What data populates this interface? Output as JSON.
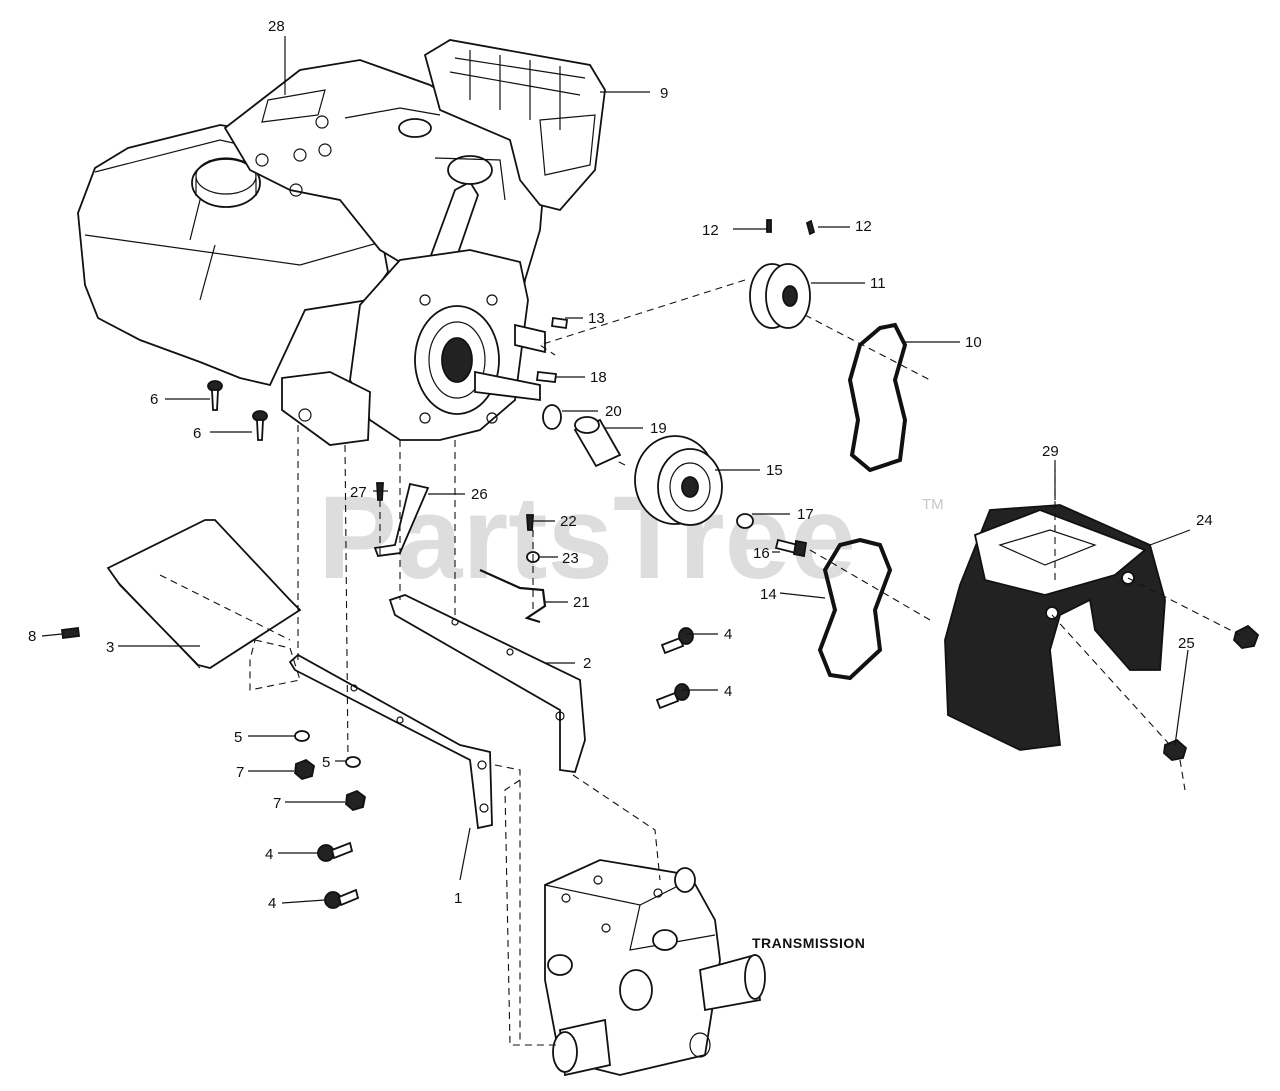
{
  "watermark": {
    "text": "PartsTree",
    "trademark": "TM"
  },
  "title_label": "TRANSMISSION",
  "callouts": [
    {
      "id": "c28",
      "text": "28"
    },
    {
      "id": "c9",
      "text": "9"
    },
    {
      "id": "c12a",
      "text": "12"
    },
    {
      "id": "c12b",
      "text": "12"
    },
    {
      "id": "c11",
      "text": "11"
    },
    {
      "id": "c13",
      "text": "13"
    },
    {
      "id": "c10",
      "text": "10"
    },
    {
      "id": "c18",
      "text": "18"
    },
    {
      "id": "c6a",
      "text": "6"
    },
    {
      "id": "c20",
      "text": "20"
    },
    {
      "id": "c6b",
      "text": "6"
    },
    {
      "id": "c19",
      "text": "19"
    },
    {
      "id": "c15",
      "text": "15"
    },
    {
      "id": "c29",
      "text": "29"
    },
    {
      "id": "c27",
      "text": "27"
    },
    {
      "id": "c26",
      "text": "26"
    },
    {
      "id": "c17",
      "text": "17"
    },
    {
      "id": "c22",
      "text": "22"
    },
    {
      "id": "c24",
      "text": "24"
    },
    {
      "id": "c16",
      "text": "16"
    },
    {
      "id": "c23",
      "text": "23"
    },
    {
      "id": "c14",
      "text": "14"
    },
    {
      "id": "c21",
      "text": "21"
    },
    {
      "id": "c8",
      "text": "8"
    },
    {
      "id": "c4a",
      "text": "4"
    },
    {
      "id": "c3",
      "text": "3"
    },
    {
      "id": "c2",
      "text": "2"
    },
    {
      "id": "c25",
      "text": "25"
    },
    {
      "id": "c4b",
      "text": "4"
    },
    {
      "id": "c5a",
      "text": "5"
    },
    {
      "id": "c5b",
      "text": "5"
    },
    {
      "id": "c7a",
      "text": "7"
    },
    {
      "id": "c7b",
      "text": "7"
    },
    {
      "id": "c4c",
      "text": "4"
    },
    {
      "id": "c1",
      "text": "1"
    },
    {
      "id": "c4d",
      "text": "4"
    }
  ]
}
